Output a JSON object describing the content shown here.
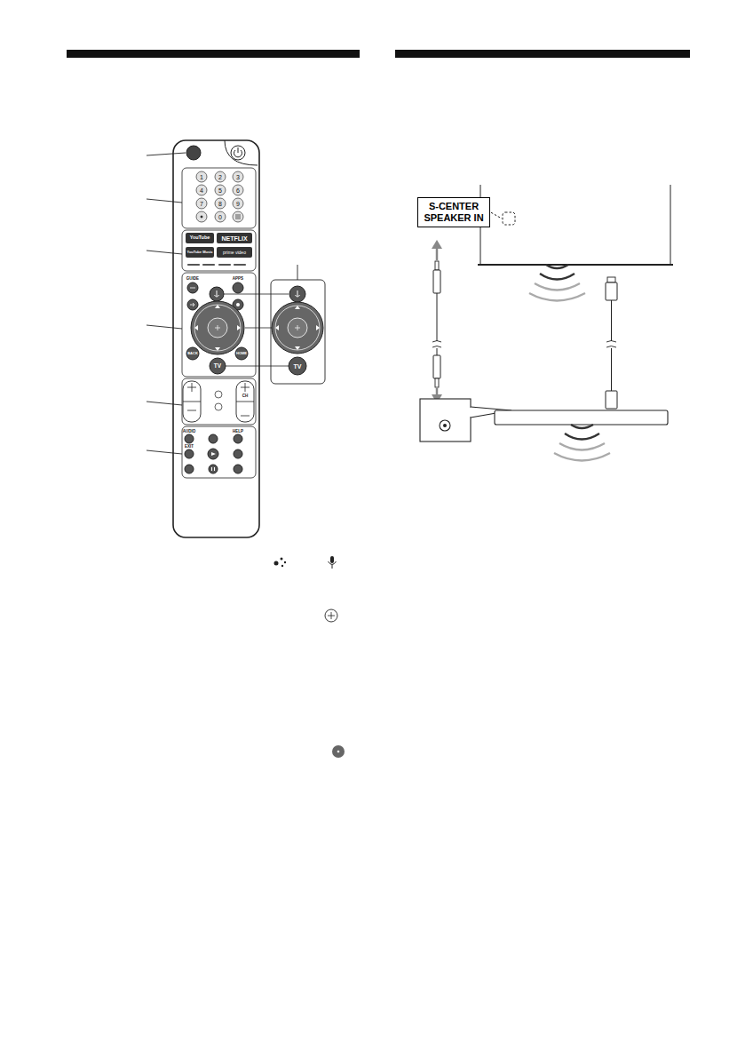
{
  "diagram": {
    "nodes": [
      {
        "text": [
          "S-CENTER SPEAKER IN"
        ]
      }
    ],
    "labels": [
      "1",
      "2",
      "3",
      "4",
      "5",
      "6",
      "7",
      "8",
      "9",
      "0",
      "YouTube",
      "NETFLIX",
      "YouTube Music",
      "prime video",
      "GUIDE",
      "APPS",
      "BACK",
      "HOME",
      "TV",
      "TV",
      "CH",
      "AUDIO",
      "HELP",
      "EXIT"
    ]
  }
}
